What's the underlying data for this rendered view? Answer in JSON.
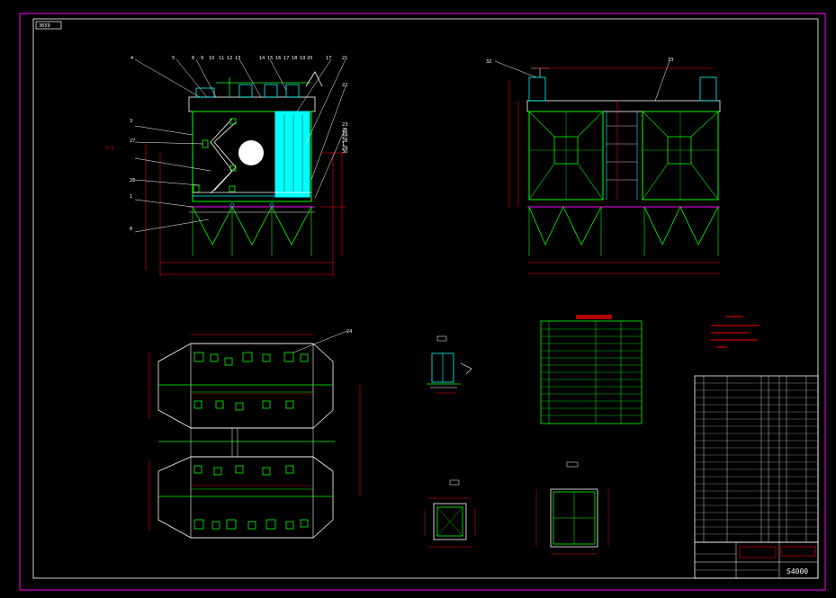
{
  "drawing": {
    "tag_top_left": "3659",
    "drawing_number": "S4000",
    "colors": {
      "background": "#000000",
      "frame": "#ff00ff",
      "green": "#00ff00",
      "cyan": "#00ffff",
      "red": "#ff0000",
      "white": "#ffffff",
      "magenta": "#ff00ff"
    }
  },
  "front_view": {
    "callouts": [
      "4",
      "5",
      "6",
      "9",
      "10",
      "11",
      "12",
      "13",
      "14",
      "15",
      "16",
      "17",
      "18",
      "19",
      "20",
      "17",
      "21",
      "22",
      "23",
      "25",
      "26",
      "27",
      "28",
      "1",
      "29",
      "30"
    ],
    "left_callouts": [
      "3",
      "27",
      "26",
      "1",
      "8"
    ]
  },
  "side_view": {
    "callouts": [
      "32",
      "33"
    ]
  },
  "plan_view": {
    "callouts": [
      "24"
    ]
  }
}
